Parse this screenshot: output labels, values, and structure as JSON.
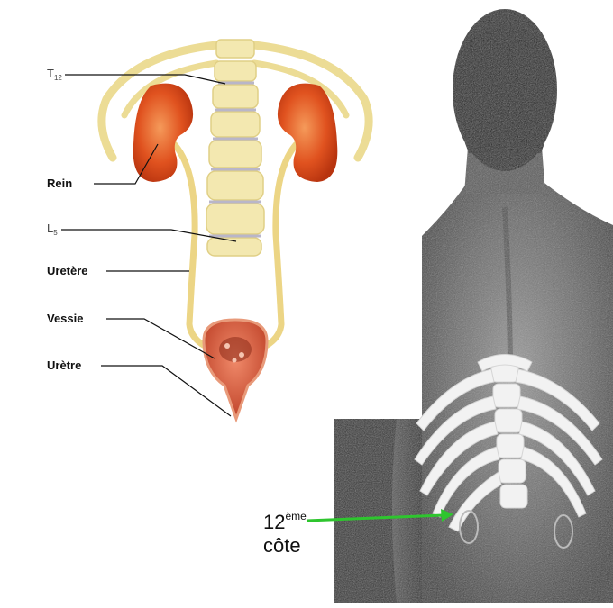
{
  "diagram": {
    "labels": {
      "t12": {
        "main": "T",
        "sub": "12"
      },
      "l5": {
        "main": "L",
        "sub": "5"
      },
      "kidney": "Rein",
      "ureter": "Uretère",
      "bladder": "Vessie",
      "urethra": "Urètre"
    },
    "rib_label": {
      "number": "12",
      "suffix": "ème",
      "word": "côte"
    },
    "colors": {
      "kidney": "#e0521f",
      "bone": "#f3e6a8",
      "ureter": "#efd98a",
      "bladder": "#d65a3a",
      "arrow": "#2ec52e",
      "photo_dark": "#262626"
    }
  }
}
